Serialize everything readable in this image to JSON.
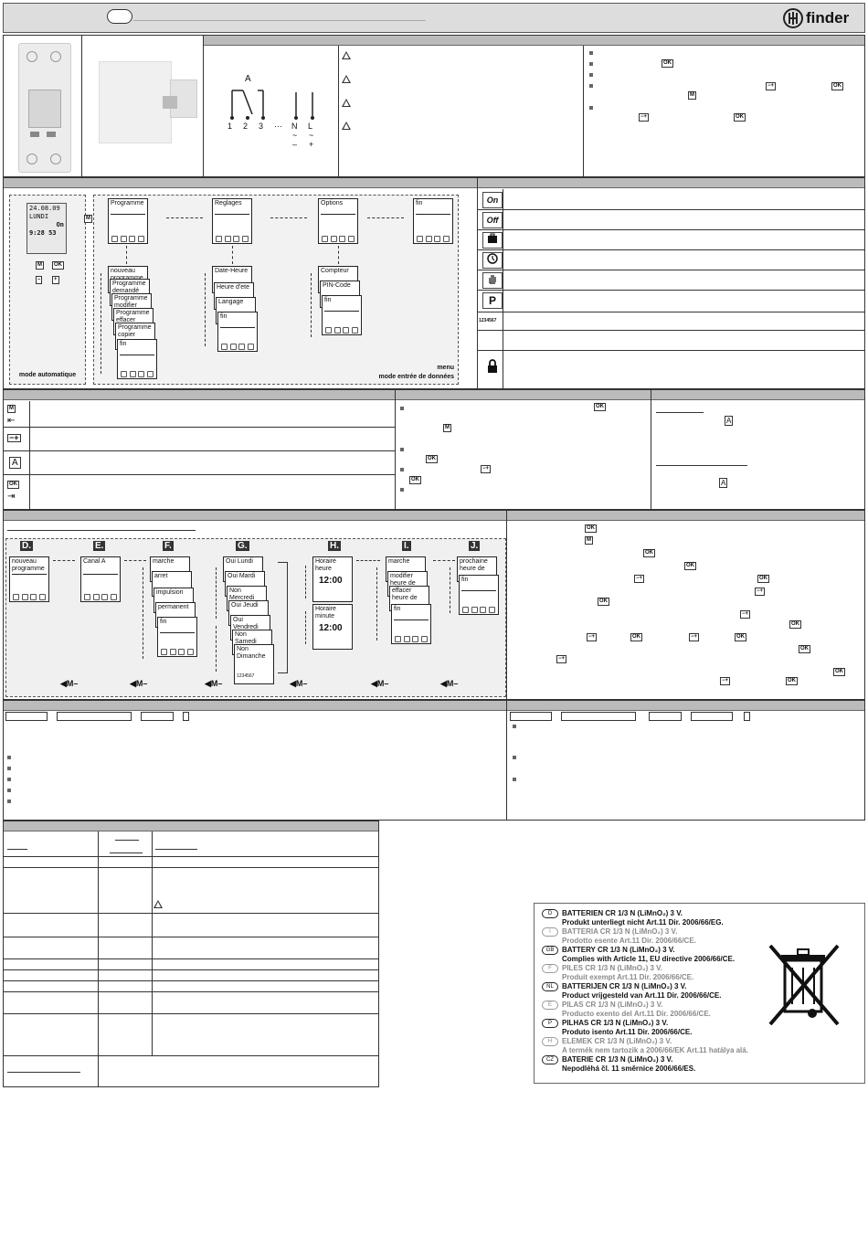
{
  "brand": {
    "name": "finder"
  },
  "wiring": {
    "contact_label": "A",
    "terminals": [
      "1",
      "2",
      "3",
      "···",
      "N",
      "L"
    ],
    "terminals_sub": [
      "~",
      "~",
      "–",
      "+"
    ]
  },
  "menu_section": {
    "main_lcd": {
      "line1": "24.08.09",
      "line2": "LUNDI",
      "line3": "On",
      "line4": "9:28 53"
    },
    "keys": {
      "m": "M",
      "ok": "OK",
      "minus": "–",
      "plus": "+"
    },
    "programme": {
      "label": "Programme",
      "sub": [
        "nouveau programme",
        "Programme demandé",
        "Programme modifier",
        "Programme effacer",
        "Programme copier",
        "fin"
      ]
    },
    "reglages": {
      "label": "Reglages",
      "sub": [
        "Date-Heure",
        "Heure d'ete",
        "Langage",
        "fin"
      ]
    },
    "options": {
      "label": "Options",
      "sub": [
        "Compteur",
        "PIN-Code",
        "fin"
      ]
    },
    "fin": "fin",
    "mode_auto": "mode automatique",
    "menu_label": "menu",
    "mode_entry": "mode entrée de données"
  },
  "symbols": [
    "On",
    "Off",
    "briefcase-icon",
    "clock-icon",
    "hand-icon",
    "P",
    "1234567",
    "",
    "lock-icon"
  ],
  "programming": {
    "steps": [
      "D.",
      "E.",
      "F.",
      "G.",
      "H.",
      "I.",
      "J."
    ],
    "d": "nouveau programme",
    "e": "Canal A",
    "f": [
      "marche",
      "arret",
      "impulsion",
      "permanent",
      "fin"
    ],
    "g": [
      "Oui Lundi",
      "Oui Mardi",
      "Non Mercredi",
      "Oui Jeudi",
      "Oui Vendredi",
      "Non Samedi",
      "Non Dimanche"
    ],
    "g_days": "1234567",
    "h": [
      "Horaire heure",
      "Horaire minute"
    ],
    "h_values": [
      "12:00",
      "12:00"
    ],
    "i": [
      "marche",
      "modifier heure de",
      "effacer heure de",
      "fin"
    ],
    "j": [
      "prochaine heure de",
      "fin"
    ],
    "back_key": "M"
  },
  "battery": {
    "entries": [
      {
        "code": "D",
        "title": "BATTERIEN CR 1/3 N (LiMnO₂) 3 V.",
        "text": "Produkt unterliegt nicht Art.11 Dir. 2006/66/EG."
      },
      {
        "code": "I",
        "title": "BATTERIA CR 1/3 N (LiMnO₂) 3 V.",
        "text": "Prodotto esente Art.11 Dir. 2006/66/CE."
      },
      {
        "code": "GB",
        "title": "BATTERY CR 1/3 N (LiMnO₂) 3 V.",
        "text": "Complies with Article 11, EU directive 2006/66/CE."
      },
      {
        "code": "F",
        "title": "PILES CR 1/3 N (LiMnO₂) 3 V.",
        "text": "Produit exempt Art.11 Dir. 2006/66/CE."
      },
      {
        "code": "NL",
        "title": "BATTERIJEN CR 1/3 N (LiMnO₂) 3 V.",
        "text": "Product vrijgesteld van Art.11 Dir. 2006/66/CE."
      },
      {
        "code": "E",
        "title": "PILAS CR 1/3 N (LiMnO₂) 3 V.",
        "text": "Producto exento del Art.11 Dir. 2006/66/CE."
      },
      {
        "code": "P",
        "title": "PILHAS CR 1/3 N (LiMnO₂) 3 V.",
        "text": "Produto isento Art.11 Dir. 2006/66/CE."
      },
      {
        "code": "H",
        "title": "ELEMEK CR 1/3 N (LiMnO₂) 3 V.",
        "text": "A termék nem tartozik a 2006/66/EK Art.11 hatálya alá."
      },
      {
        "code": "CZ",
        "title": "BATERIE CR 1/3 N (LiMnO₂) 3 V.",
        "text": "Nepodléhá čl. 11 směrnice 2006/66/ES."
      }
    ]
  }
}
